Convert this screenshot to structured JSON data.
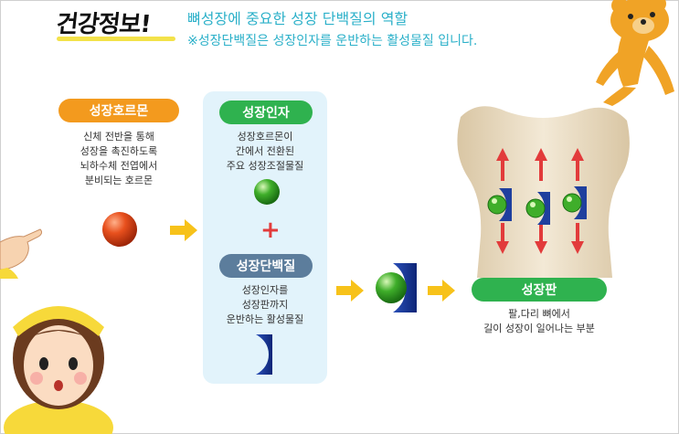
{
  "header": {
    "title": "건강정보!",
    "subtitle": "뼈성장에 중요한 성장 단백질의 역할",
    "note": "※성장단백질은 성장인자를 운반하는 활성물질 입니다."
  },
  "growth_hormone": {
    "label": "성장호르몬",
    "description": "신체 전반을 통해\n성장을 촉진하도록\n뇌하수체 전엽에서\n분비되는 호르몬"
  },
  "growth_factor": {
    "label": "성장인자",
    "description": "성장호르몬이\n간에서 전환된\n주요 성장조절물질"
  },
  "plus_sign": "+",
  "growth_protein": {
    "label": "성장단백질",
    "description": "성장인자를\n성장판까지\n운반하는 활성물질"
  },
  "growth_plate": {
    "label": "성장판",
    "description": "팔,다리 뼈에서\n길이 성장이 일어나는 부분"
  },
  "colors": {
    "orange_pill": "#f39a1e",
    "green_pill": "#2fb24f",
    "slate_pill": "#5c7d9c",
    "arrow_yellow": "#f7c21a",
    "growth_arrows_red": "#e23b3b",
    "panel_blue": "#e2f3fb",
    "bone": "#efe3cf",
    "accent_teal": "#2bb0c9"
  },
  "icons": {
    "hormone": "red-sphere-icon",
    "factor": "green-sphere-icon",
    "protein": "blue-crescent-icon",
    "complex": "green-sphere-in-blue-carrier-icon"
  }
}
